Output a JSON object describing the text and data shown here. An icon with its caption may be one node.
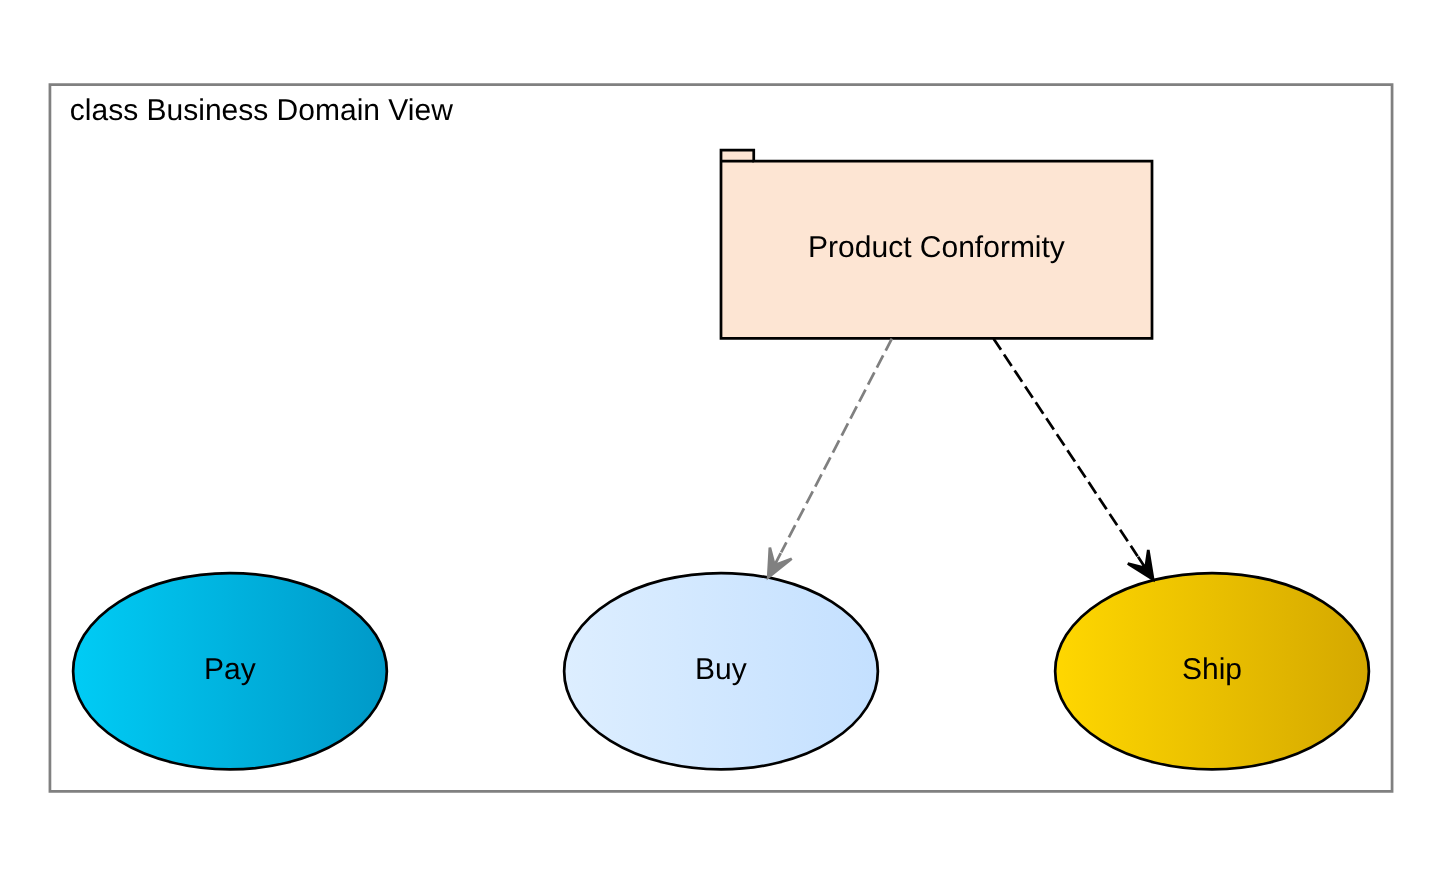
{
  "diagram": {
    "nodes": [
      {
        "text": [
          "class Business Domain View"
        ]
      },
      {
        "text": [
          "Product Conformity"
        ],
        "in": 0
      },
      {
        "text": [
          "Buy"
        ],
        "in": 0
      },
      {
        "text": [
          "Ship"
        ],
        "in": 0
      },
      {
        "text": [
          "Pay"
        ],
        "in": 0
      }
    ],
    "edges": [
      {
        "from": 1,
        "to": 2,
        "arrow": "to",
        "style": "dashed",
        "color": "#808080"
      },
      {
        "from": 1,
        "to": 3,
        "arrow": "to",
        "style": "dashed",
        "color": "#000000"
      }
    ]
  }
}
